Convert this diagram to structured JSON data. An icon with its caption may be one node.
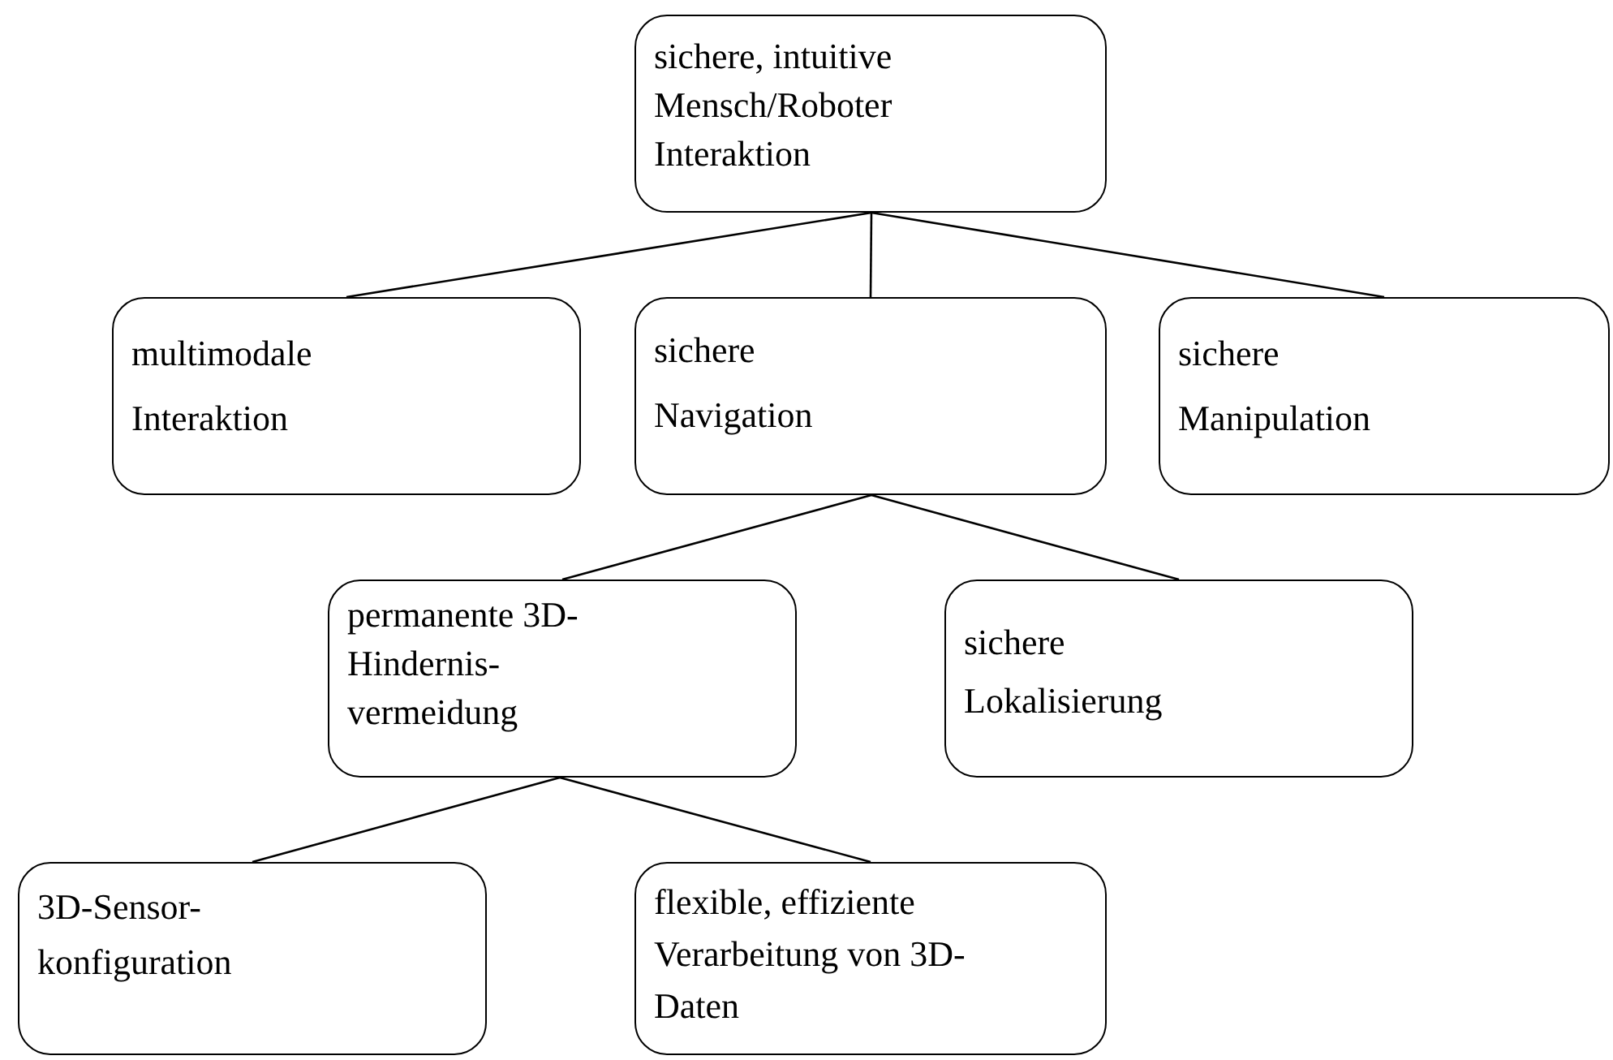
{
  "diagram": {
    "nodes": [
      {
        "text": [
          "sichere, intuitive Mensch/Roboter Interaktion"
        ]
      },
      {
        "text": [
          "multimodale Interaktion"
        ]
      },
      {
        "text": [
          "sichere Navigation"
        ]
      },
      {
        "text": [
          "sichere Manipulation"
        ]
      },
      {
        "text": [
          "permanente 3D-Hindernis- vermeidung"
        ]
      },
      {
        "text": [
          "sichere Lokalisierung"
        ]
      },
      {
        "text": [
          "3D-Sensor- konfiguration"
        ]
      },
      {
        "text": [
          "flexible, effiziente Verarbeitung von 3D-Daten"
        ]
      }
    ],
    "edges": [
      {
        "from": 0,
        "to": 1,
        "arrow": "none"
      },
      {
        "from": 0,
        "to": 2,
        "arrow": "none"
      },
      {
        "from": 0,
        "to": 3,
        "arrow": "none"
      },
      {
        "from": 2,
        "to": 4,
        "arrow": "none"
      },
      {
        "from": 2,
        "to": 5,
        "arrow": "none"
      },
      {
        "from": 4,
        "to": 6,
        "arrow": "none"
      },
      {
        "from": 4,
        "to": 7,
        "arrow": "none"
      }
    ]
  }
}
